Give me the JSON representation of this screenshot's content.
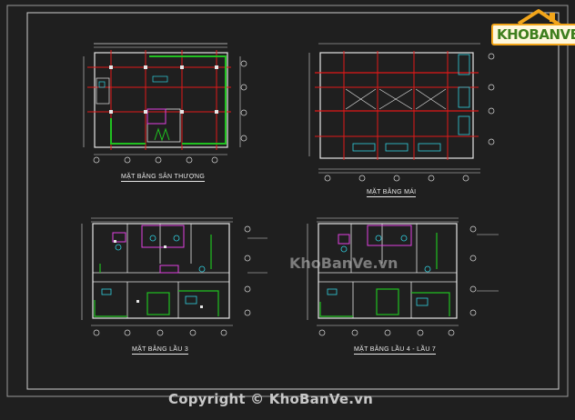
{
  "titles": {
    "plan1": "MẶT BẰNG SÂN THƯỢNG",
    "plan2": "MẶT BẰNG MÁI",
    "plan3": "MẶT BẰNG LẦU 3",
    "plan4": "MẶT BẰNG LẦU 4 - LẦU 7"
  },
  "logo": {
    "text": "KHOBANVE"
  },
  "watermark": "KhoBanVe.vn",
  "copyright": "Copyright © KhoBanVe.vn",
  "colors": {
    "background": "#1f1f1f",
    "frame": "#cfcfcf",
    "wall": "#e6e6e6",
    "beam_red": "#e01818",
    "green": "#20c020",
    "magenta": "#e040e0",
    "cyan": "#30d0e0",
    "dim_line": "#d8d8d8"
  }
}
